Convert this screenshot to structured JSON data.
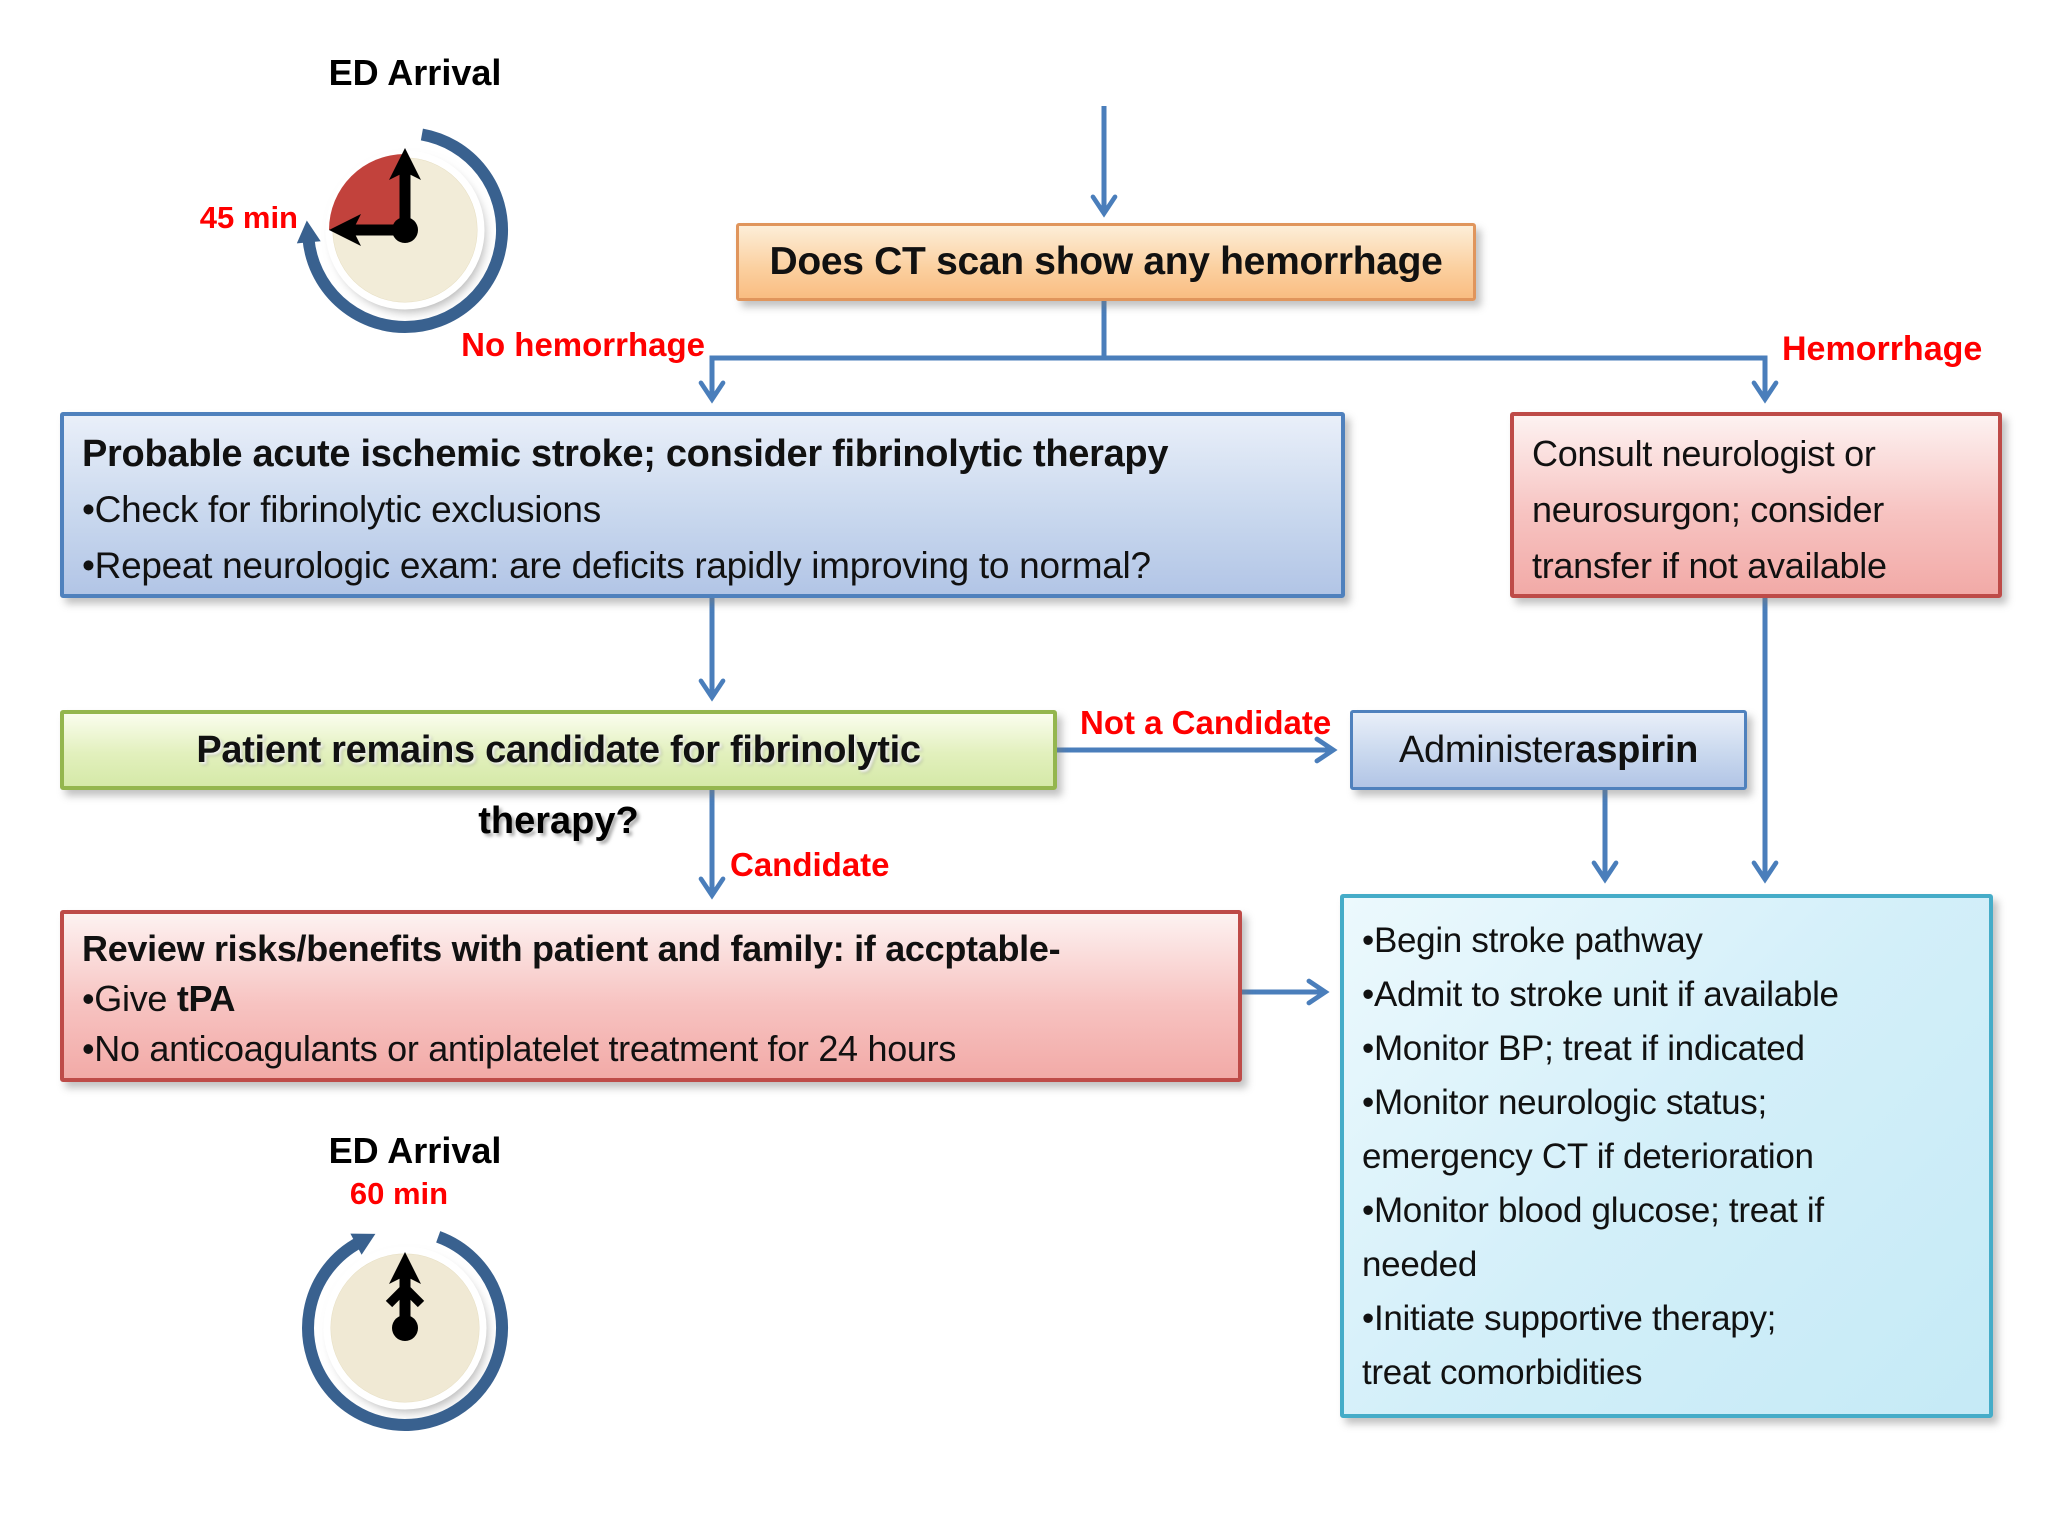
{
  "clock_top": {
    "title": "ED Arrival",
    "time": "45 min"
  },
  "clock_bottom": {
    "title": "ED Arrival",
    "time": "60 min"
  },
  "boxes": {
    "ct_question": {
      "text": "Does CT scan show any hemorrhage"
    },
    "ischemic": {
      "title": "Probable acute ischemic stroke; consider fibrinolytic therapy",
      "line2": "•Check for fibrinolytic exclusions",
      "line3": "•Repeat neurologic exam: are deficits rapidly improving to normal?"
    },
    "consult": {
      "line1": "Consult neurologist or",
      "line2": "neurosurgon; consider",
      "line3": "transfer if not available"
    },
    "candidate_question": {
      "line1": "Patient remains candidate for fibrinolytic",
      "line2": "therapy?"
    },
    "aspirin": {
      "prefix": "Administer ",
      "drug": "aspirin"
    },
    "review": {
      "title": "Review risks/benefits with patient and family: if accptable-",
      "give_prefix": "•Give ",
      "give_drug": "tPA",
      "line3": "•No anticoagulants or antiplatelet treatment for 24 hours"
    },
    "pathway": {
      "lines": [
        "•Begin stroke pathway",
        "•Admit to stroke unit if available",
        "•Monitor BP; treat if indicated",
        "•Monitor neurologic status;",
        "emergency CT if deterioration",
        "•Monitor blood glucose; treat if",
        "needed",
        "•Initiate supportive therapy;",
        "treat comorbidities"
      ]
    }
  },
  "labels": {
    "no_hemorrhage": "No hemorrhage",
    "hemorrhage": "Hemorrhage",
    "not_candidate": "Not a Candidate",
    "candidate": "Candidate"
  },
  "colors": {
    "connector_blue": "#4a7ebb",
    "label_red": "#ff0000",
    "box_blue_border": "#4f81bd",
    "box_red_border": "#be4b48",
    "box_green_border": "#94b64e",
    "box_orange_border": "#e0955c",
    "box_cyan_border": "#45acc8",
    "clock_arc_blue": "#39618f",
    "clock_wedge_red": "#c2423c",
    "clock_face_cream": "#efe8d0"
  }
}
